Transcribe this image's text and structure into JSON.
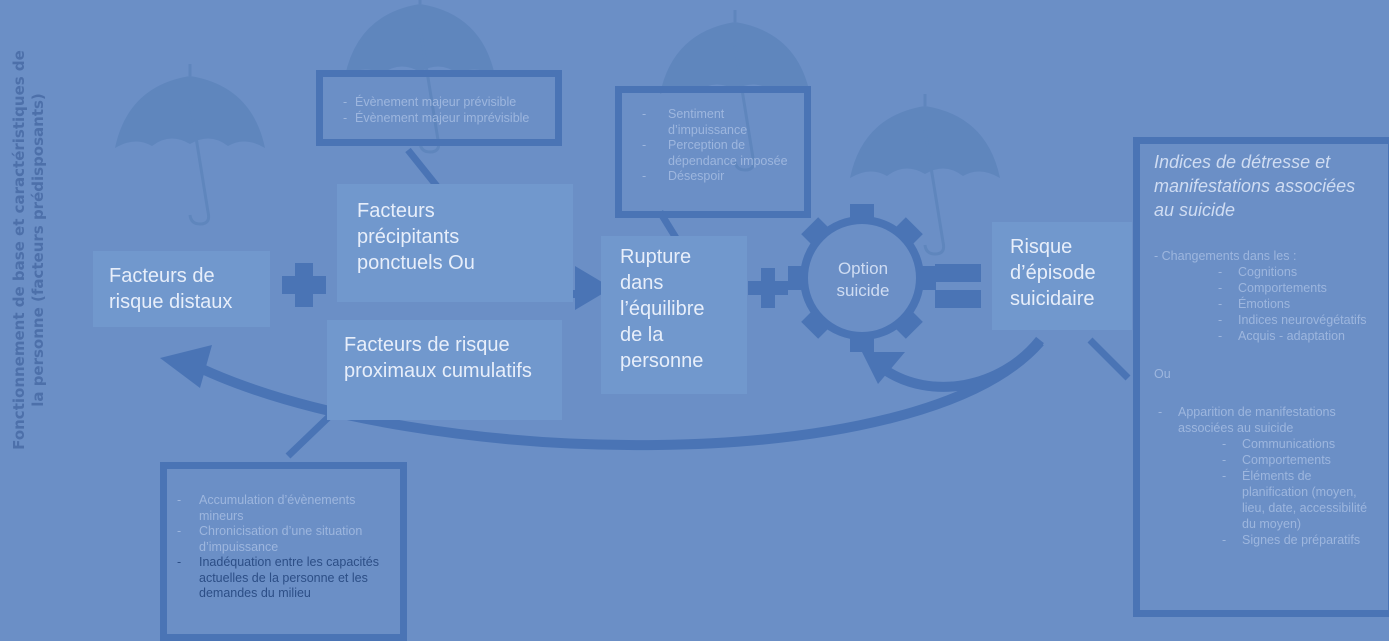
{
  "vertical_title": "Fonctionnement de base et caractéristiques de la personne (facteurs prédisposants)",
  "boxes": {
    "distal": "Facteurs de risque distaux",
    "precipitants": "Facteurs précipitants ponctuels Ou",
    "proximaux": "Facteurs de risque proximaux cumulatifs",
    "rupture": "Rupture dans l’équilibre de la personne",
    "option": "Option suicide",
    "risque": "Risque d’épisode suicidaire"
  },
  "callouts": {
    "precipitants_items": [
      "Évènement majeur prévisible",
      "Évènement majeur imprévisible"
    ],
    "rupture_items": [
      "Sentiment d’impuissance",
      "Perception de dépendance imposée",
      "Désespoir"
    ],
    "proximaux_items": [
      "Accumulation d’évènements mineurs",
      "Chronicisation d’une situation d’impuissance",
      "Inadéquation entre les capacités actuelles de la personne et les demandes du milieu"
    ]
  },
  "indices": {
    "title": "Indices de détresse et manifestations associées au suicide",
    "changes_label": "- Changements dans les :",
    "changes": [
      "Cognitions",
      "Comportements",
      "Émotions",
      "Indices neurovégétatifs",
      "Acquis - adaptation"
    ],
    "ou": "Ou",
    "apparition": "Apparition de manifestations associées au suicide",
    "manifestations": [
      "Communications",
      "Comportements",
      "Éléments de planification (moyen, lieu, date, accessibilité du moyen)",
      "Signes de préparatifs"
    ]
  }
}
